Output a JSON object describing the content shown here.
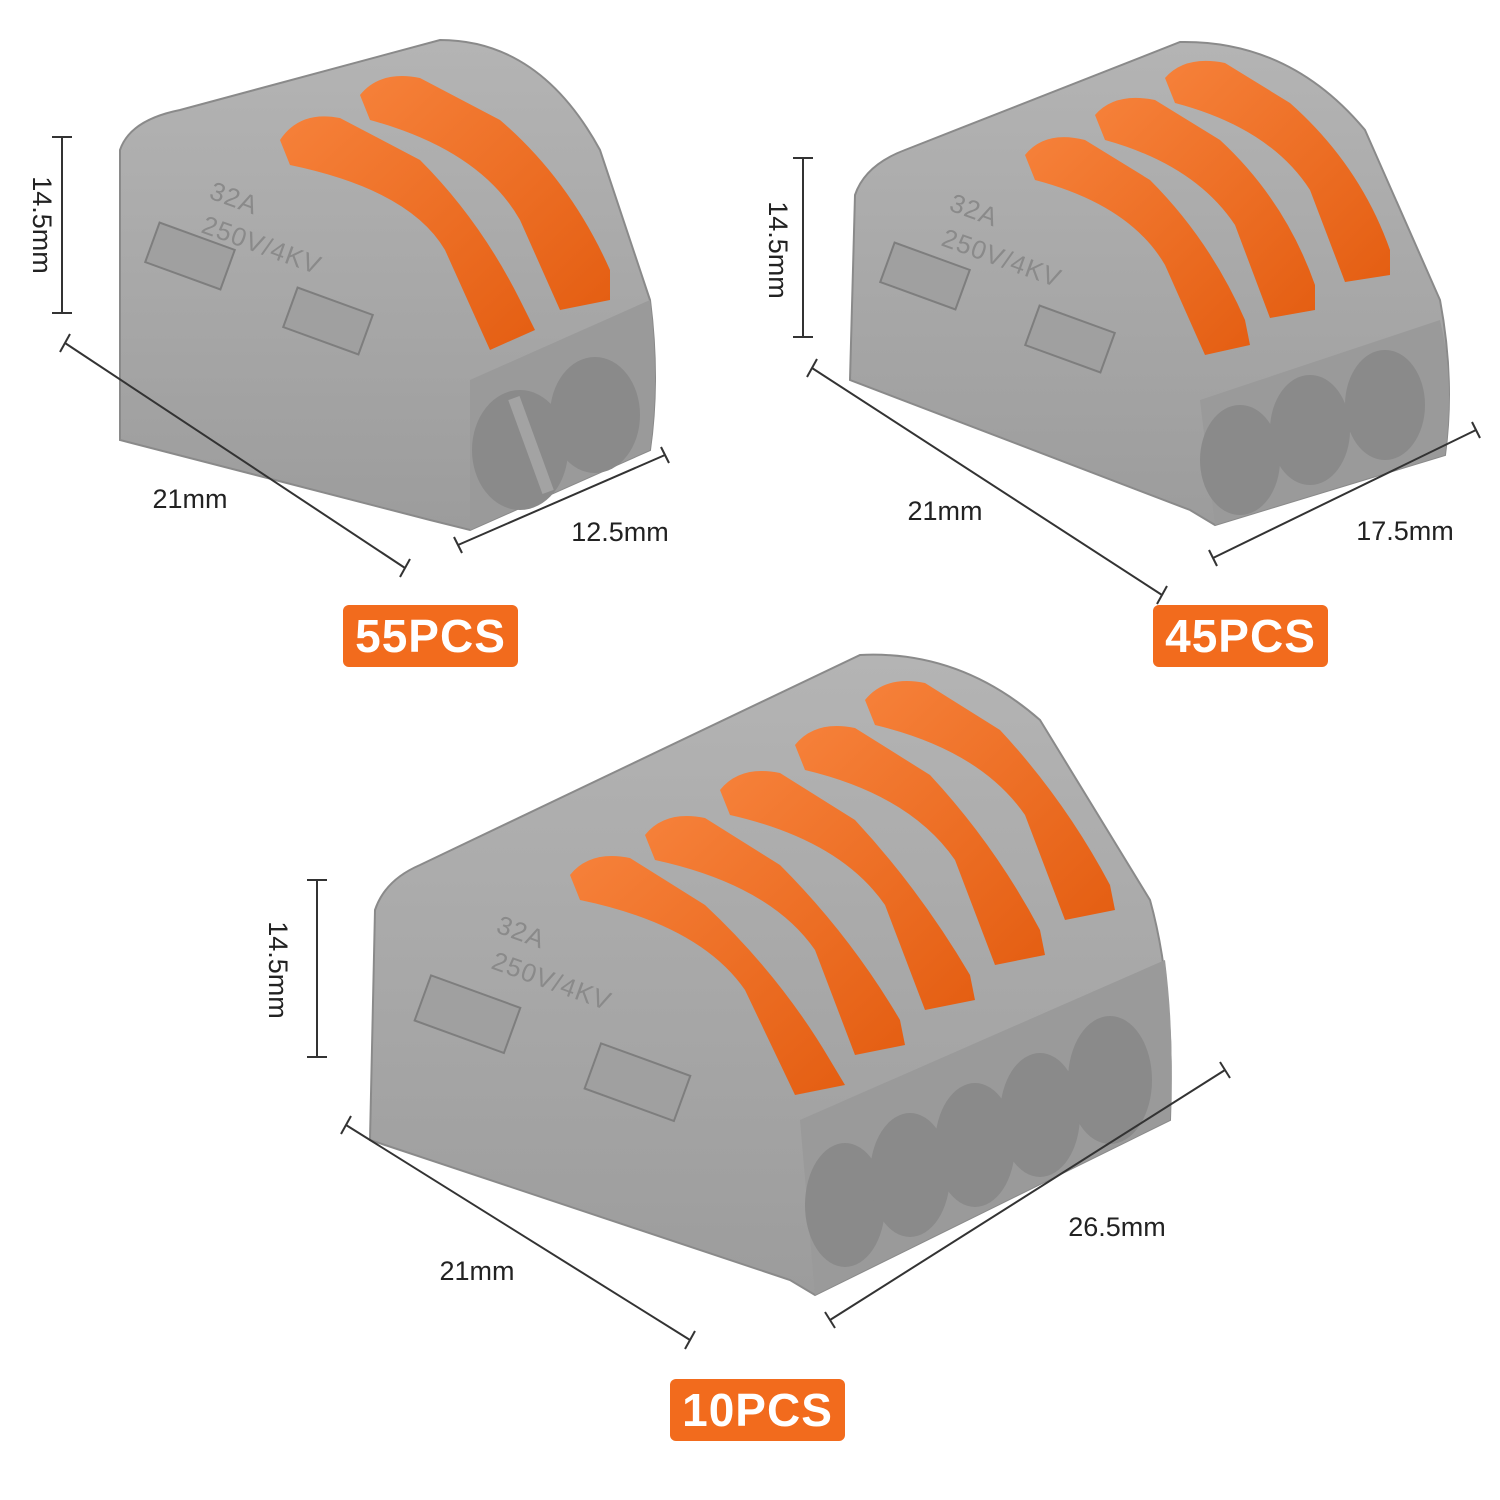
{
  "colors": {
    "body_gray": "#a9a9a9",
    "body_dark": "#8e8e8e",
    "lever_orange": "#f26b1d",
    "lever_dark": "#d4560f",
    "badge_orange": "#f26b1d",
    "dimension_line": "#333333"
  },
  "connectors": [
    {
      "name": "2-way connector",
      "lever_count": 2,
      "rating_current": "32A",
      "rating_voltage": "250V/4KV",
      "height_label": "14.5mm",
      "depth_label": "21mm",
      "width_label": "12.5mm",
      "quantity_label": "55PCS"
    },
    {
      "name": "3-way connector",
      "lever_count": 3,
      "rating_current": "32A",
      "rating_voltage": "250V/4KV",
      "height_label": "14.5mm",
      "depth_label": "21mm",
      "width_label": "17.5mm",
      "quantity_label": "45PCS"
    },
    {
      "name": "5-way connector",
      "lever_count": 5,
      "rating_current": "32A",
      "rating_voltage": "250V/4KV",
      "height_label": "14.5mm",
      "depth_label": "21mm",
      "width_label": "26.5mm",
      "quantity_label": "10PCS"
    }
  ]
}
